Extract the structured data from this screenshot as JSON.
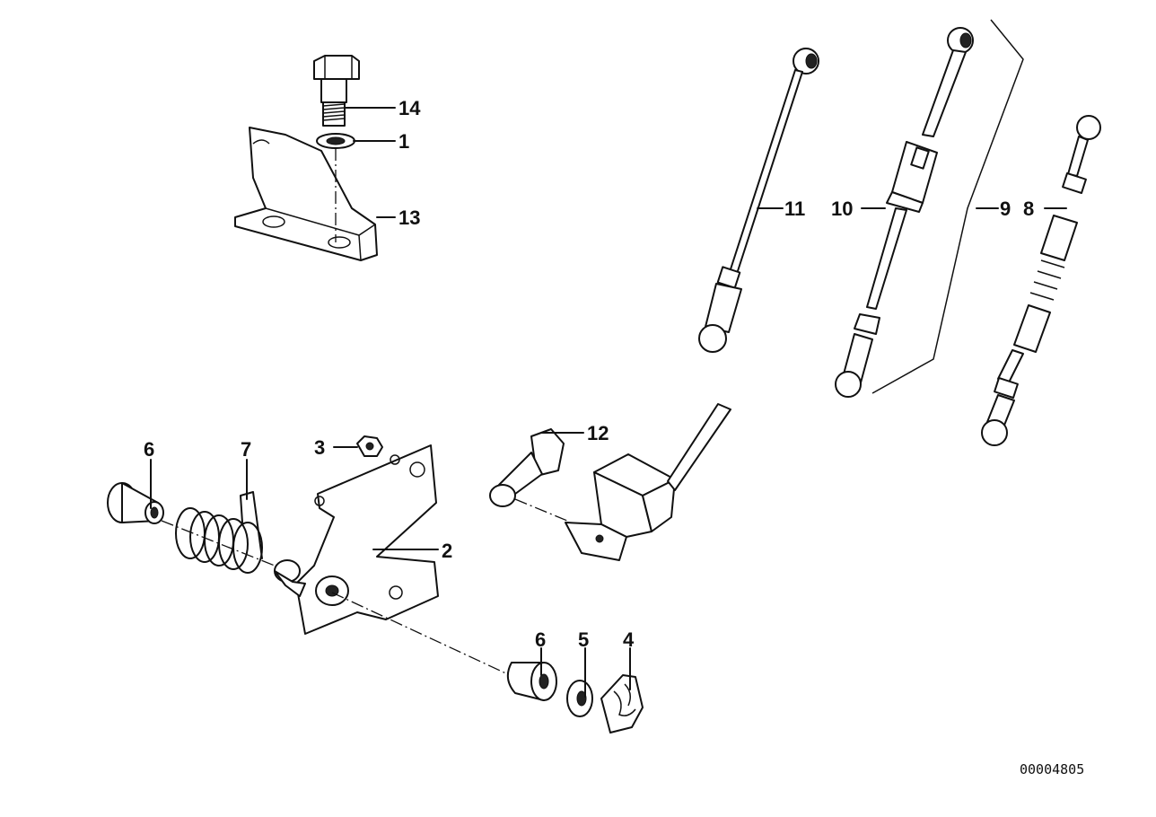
{
  "callouts": [
    {
      "id": "1",
      "text": "1"
    },
    {
      "id": "2",
      "text": "2"
    },
    {
      "id": "3",
      "text": "3"
    },
    {
      "id": "4",
      "text": "4"
    },
    {
      "id": "5",
      "text": "5"
    },
    {
      "id": "6a",
      "text": "6"
    },
    {
      "id": "6b",
      "text": "6"
    },
    {
      "id": "7",
      "text": "7"
    },
    {
      "id": "8",
      "text": "8"
    },
    {
      "id": "9",
      "text": "9"
    },
    {
      "id": "10",
      "text": "10"
    },
    {
      "id": "11",
      "text": "11"
    },
    {
      "id": "12",
      "text": "12"
    },
    {
      "id": "13",
      "text": "13"
    },
    {
      "id": "14",
      "text": "14"
    }
  ],
  "reference_number": "00004805"
}
